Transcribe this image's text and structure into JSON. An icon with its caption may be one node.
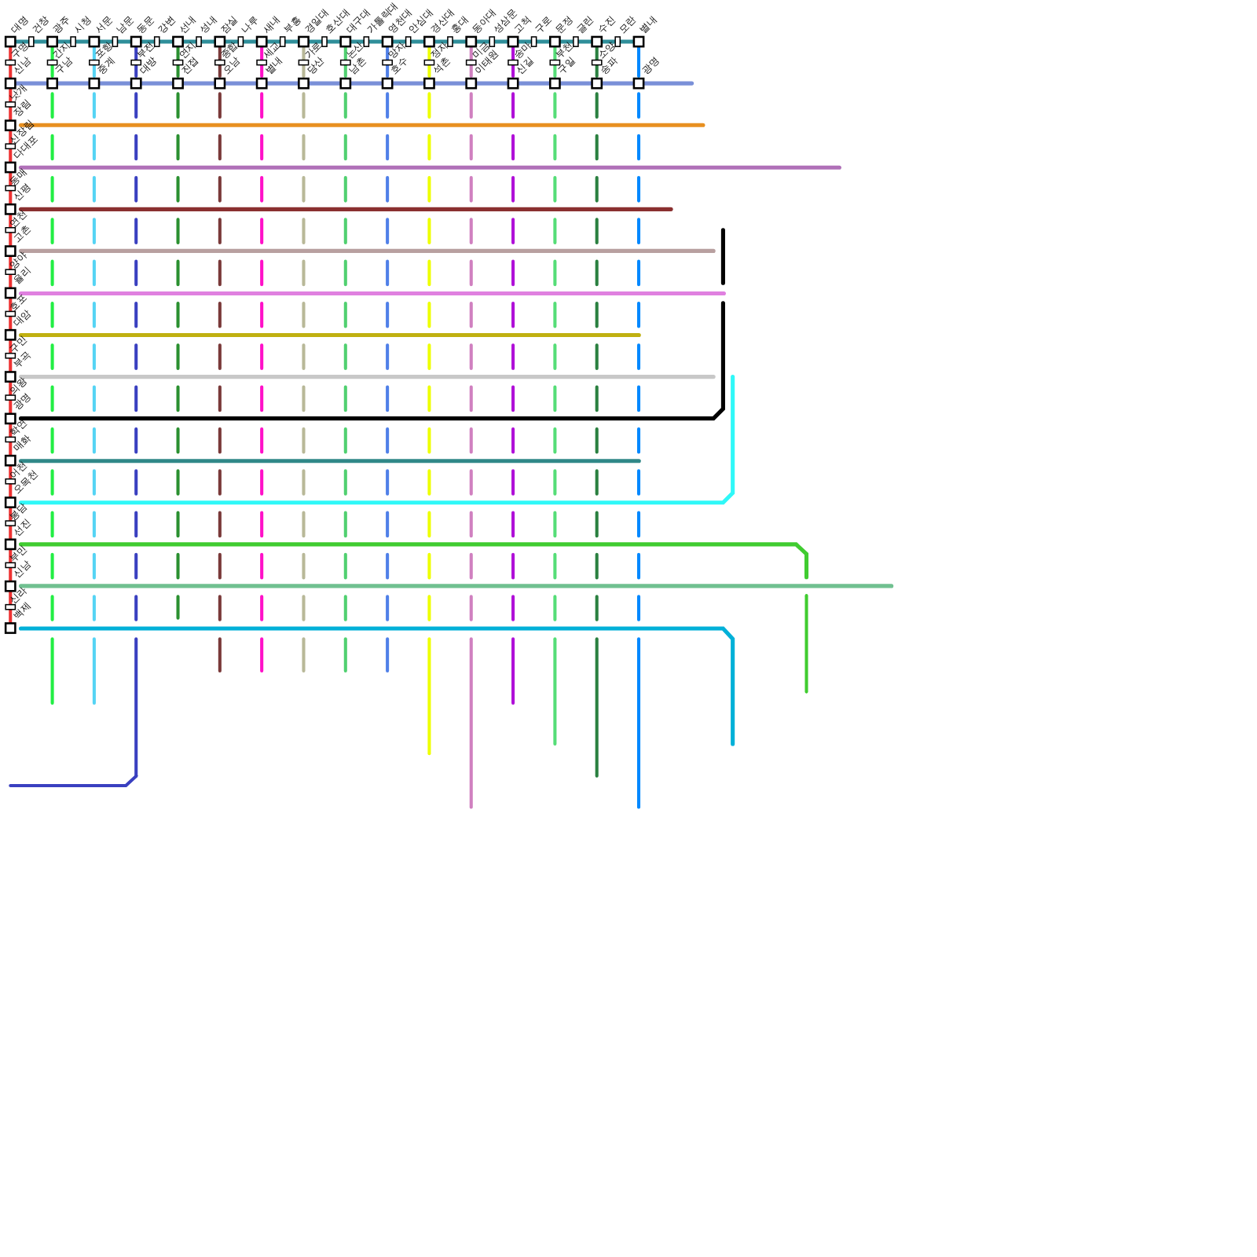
{
  "diagram": {
    "labels": [
      "대명",
      "건창",
      "광주",
      "시청",
      "서문",
      "남문",
      "동문",
      "강변",
      "선내",
      "성내",
      "잠실",
      "나루",
      "새내",
      "부흥",
      "경일대",
      "호산대",
      "대구대",
      "가톨릭대",
      "영천대",
      "안심대",
      "경산대",
      "홍대",
      "동아대",
      "성삼문",
      "고척",
      "구로",
      "문정",
      "글린",
      "수진",
      "모란",
      "별내",
      "구명",
      "간지",
      "포항",
      "부전",
      "연지",
      "종합",
      "세교",
      "가로",
      "논산",
      "망자",
      "정자",
      "미금",
      "송마",
      "부천",
      "소양",
      "신남",
      "구남",
      "중계",
      "대방",
      "진접",
      "오남",
      "별내",
      "당산",
      "남촌",
      "호수",
      "석촌",
      "이태원",
      "신길",
      "구일",
      "송파",
      "광명",
      "낫개",
      "장림",
      "신장림",
      "다대포",
      "동매",
      "신평",
      "연천",
      "고촌",
      "양야",
      "율리",
      "호포",
      "대암",
      "구민",
      "부곡",
      "의왕",
      "광명",
      "학연",
      "매화",
      "어천",
      "오목천",
      "봉담",
      "선진",
      "부민",
      "신남",
      "신라",
      "백제"
    ]
  }
}
